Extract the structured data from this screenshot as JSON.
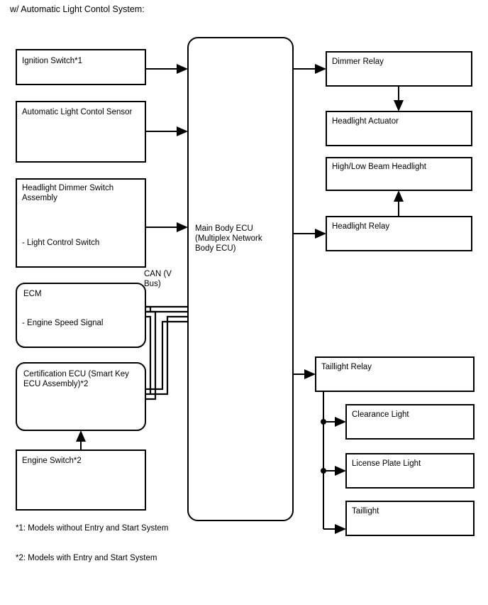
{
  "page": {
    "title": "w/ Automatic Light Contol System:",
    "background_color": "#ffffff",
    "line_color": "#000000"
  },
  "inputs": {
    "ignition_switch": {
      "label": "Ignition Switch*1",
      "shape": "rect"
    },
    "auto_light_sensor": {
      "label": "Automatic Light Contol Sensor",
      "shape": "rect"
    },
    "dimmer_switch_assembly": {
      "label_line1": "Headlight Dimmer Switch",
      "label_line2": "Assembly",
      "label_line3": "- Light Control Switch",
      "shape": "rect"
    },
    "ecm": {
      "label_line1": "ECM",
      "label_line2": "- Engine Speed Signal",
      "shape": "rounded-rect"
    },
    "certification_ecu": {
      "label_line1": "Certification ECU (Smart Key",
      "label_line2": "ECU Assembly)*2",
      "shape": "rounded-rect"
    },
    "engine_switch": {
      "label": "Engine Switch*2",
      "shape": "rect"
    }
  },
  "central": {
    "main_body_ecu": {
      "label_line1": "Main Body ECU",
      "label_line2": "(Multiplex Network",
      "label_line3": "Body ECU)",
      "shape": "rounded-rect"
    }
  },
  "bus": {
    "label_line1": "CAN (V",
    "label_line2": "Bus)"
  },
  "outputs": {
    "dimmer_relay": {
      "label": "Dimmer Relay"
    },
    "headlight_actuator": {
      "label": "Headlight Actuator"
    },
    "high_low_beam_headlight": {
      "label": "High/Low Beam Headlight"
    },
    "headlight_relay": {
      "label": "Headlight Relay"
    },
    "taillight_relay": {
      "label": "Taillight Relay"
    },
    "clearance_light": {
      "label": "Clearance Light"
    },
    "license_plate_light": {
      "label": "License Plate Light"
    },
    "taillight": {
      "label": "Taillight"
    }
  },
  "footnotes": {
    "note1": "*1: Models without Entry and Start System",
    "note2": "*2: Models with Entry and Start System"
  }
}
